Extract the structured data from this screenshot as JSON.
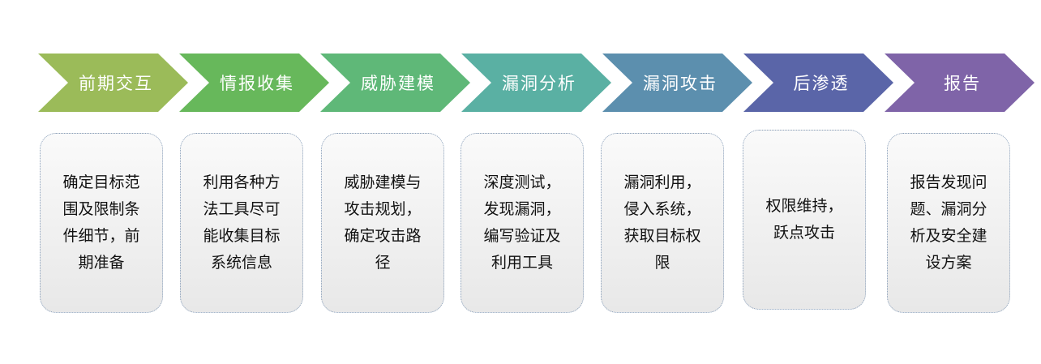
{
  "flow": {
    "stages": [
      {
        "title": "前期交互",
        "color": "#9bbb59",
        "description": "确定目标范围及限制条件细节，前期准备"
      },
      {
        "title": "情报收集",
        "color": "#67b85b",
        "description": "利用各种方法工具尽可能收集目标系统信息"
      },
      {
        "title": "威胁建模",
        "color": "#5fb878",
        "description": "威胁建模与攻击规划，确定攻击路径"
      },
      {
        "title": "漏洞分析",
        "color": "#5ab0a3",
        "description": "深度测试，发现漏洞，编写验证及利用工具"
      },
      {
        "title": "漏洞攻击",
        "color": "#5c8fae",
        "description": "漏洞利用，侵入系统，获取目标权限"
      },
      {
        "title": "后渗透",
        "color": "#5a65a8",
        "description": "权限维持，跃点攻击"
      },
      {
        "title": "报告",
        "color": "#7f64a8",
        "description": "报告发现问题、漏洞分析及安全建设方案"
      }
    ]
  }
}
